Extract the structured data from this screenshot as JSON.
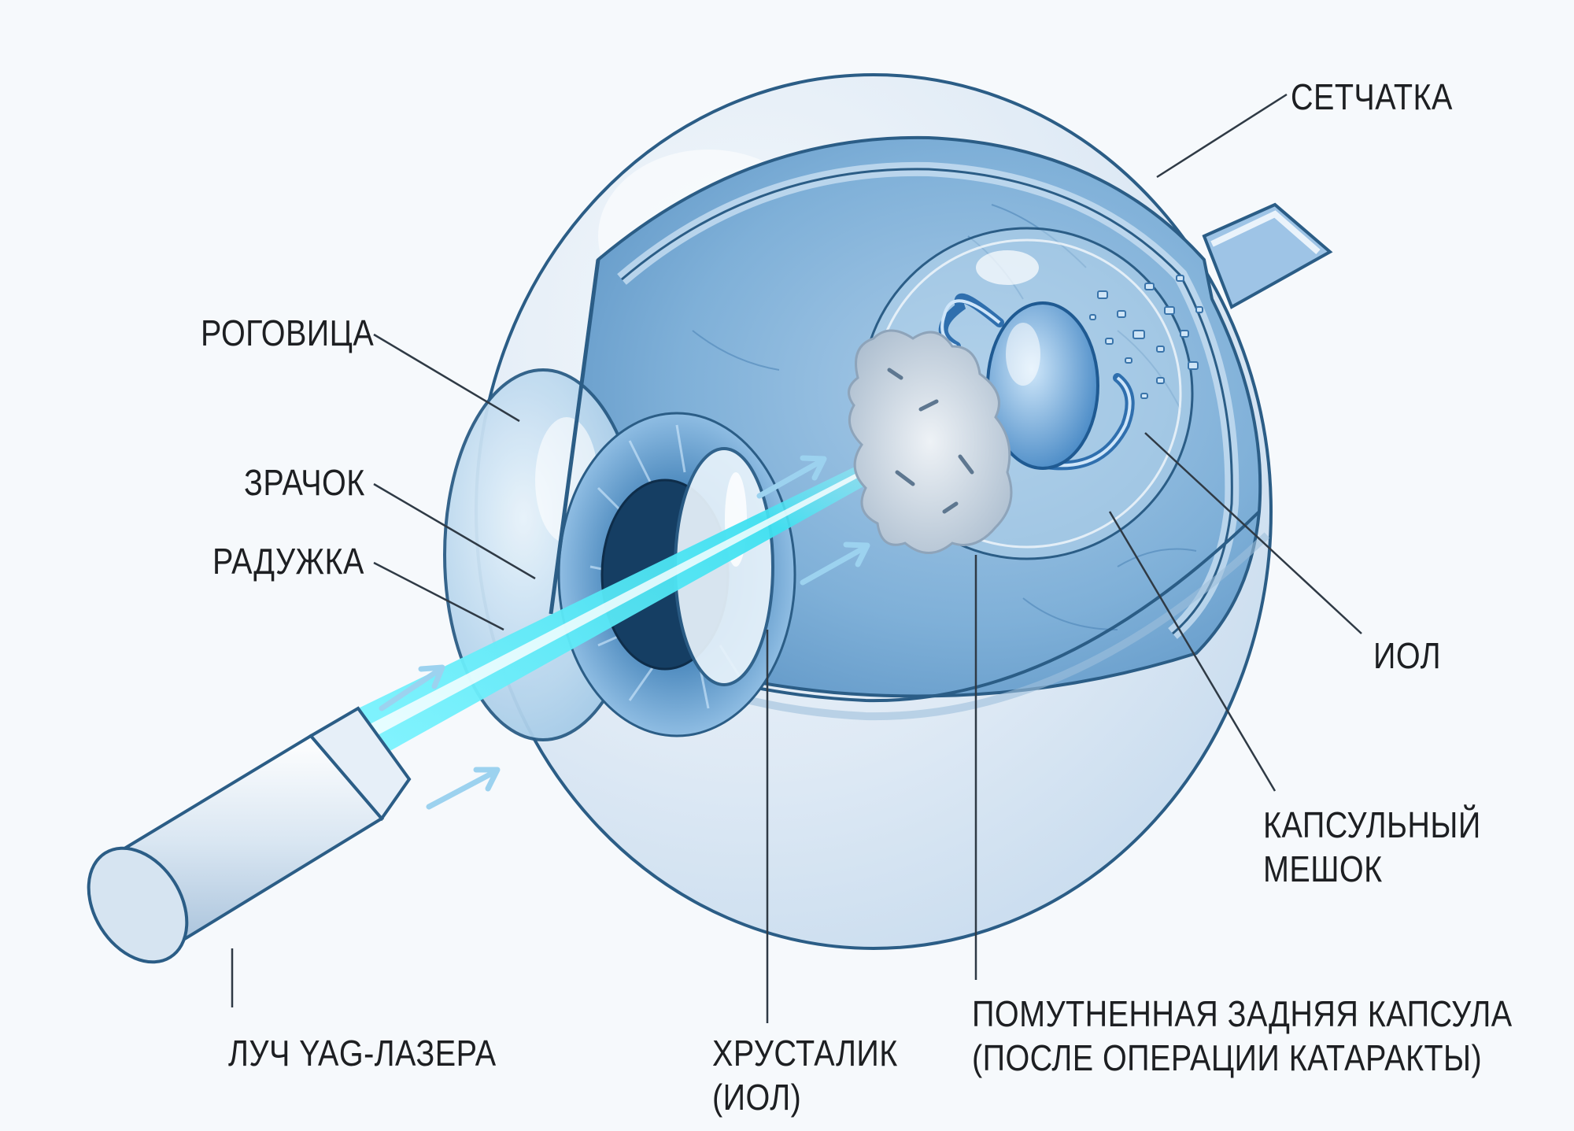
{
  "labels": {
    "retina": "СЕТЧАТКА",
    "cornea": "РОГОВИЦА",
    "pupil": "ЗРАЧОК",
    "iris": "РАДУЖКА",
    "iol": "ИОЛ",
    "capsular_bag_line1": "КАПСУЛЬНЫЙ",
    "capsular_bag_line2": "МЕШОК",
    "laser": "ЛУЧ YAG-ЛАЗЕРА",
    "lens_line1": "ХРУСТАЛИК",
    "lens_line2": "(ИОЛ)",
    "capsule_line1": "ПОМУТНЕННАЯ ЗАДНЯЯ КАПСУЛА",
    "capsule_line2": "(ПОСЛЕ ОПЕРАЦИИ КАТАРАКТЫ)"
  },
  "colors": {
    "background": "#f6f9fc",
    "outline": "#2b5d86",
    "sclera": "#dde9f5",
    "interior": "#6fa3cf",
    "laser_beam": "#3fe6f2",
    "leader_line": "#2f3a45"
  }
}
